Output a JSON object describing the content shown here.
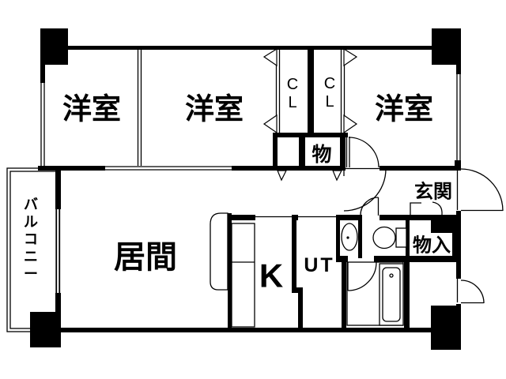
{
  "colors": {
    "line": "#000000",
    "background": "#ffffff"
  },
  "labels": {
    "room_left": "洋室",
    "room_center": "洋室",
    "room_right": "洋室",
    "living": "居間",
    "kitchen": "K",
    "utility": "UT",
    "entrance": "玄関",
    "storage_closet": "物入",
    "storage": "物",
    "closet_left_line1": "C",
    "closet_left_line2": "L",
    "closet_right_line1": "C",
    "closet_right_line2": "L"
  },
  "balcony_chars": [
    "バ",
    "ル",
    "コ",
    "ニ",
    "ー"
  ]
}
